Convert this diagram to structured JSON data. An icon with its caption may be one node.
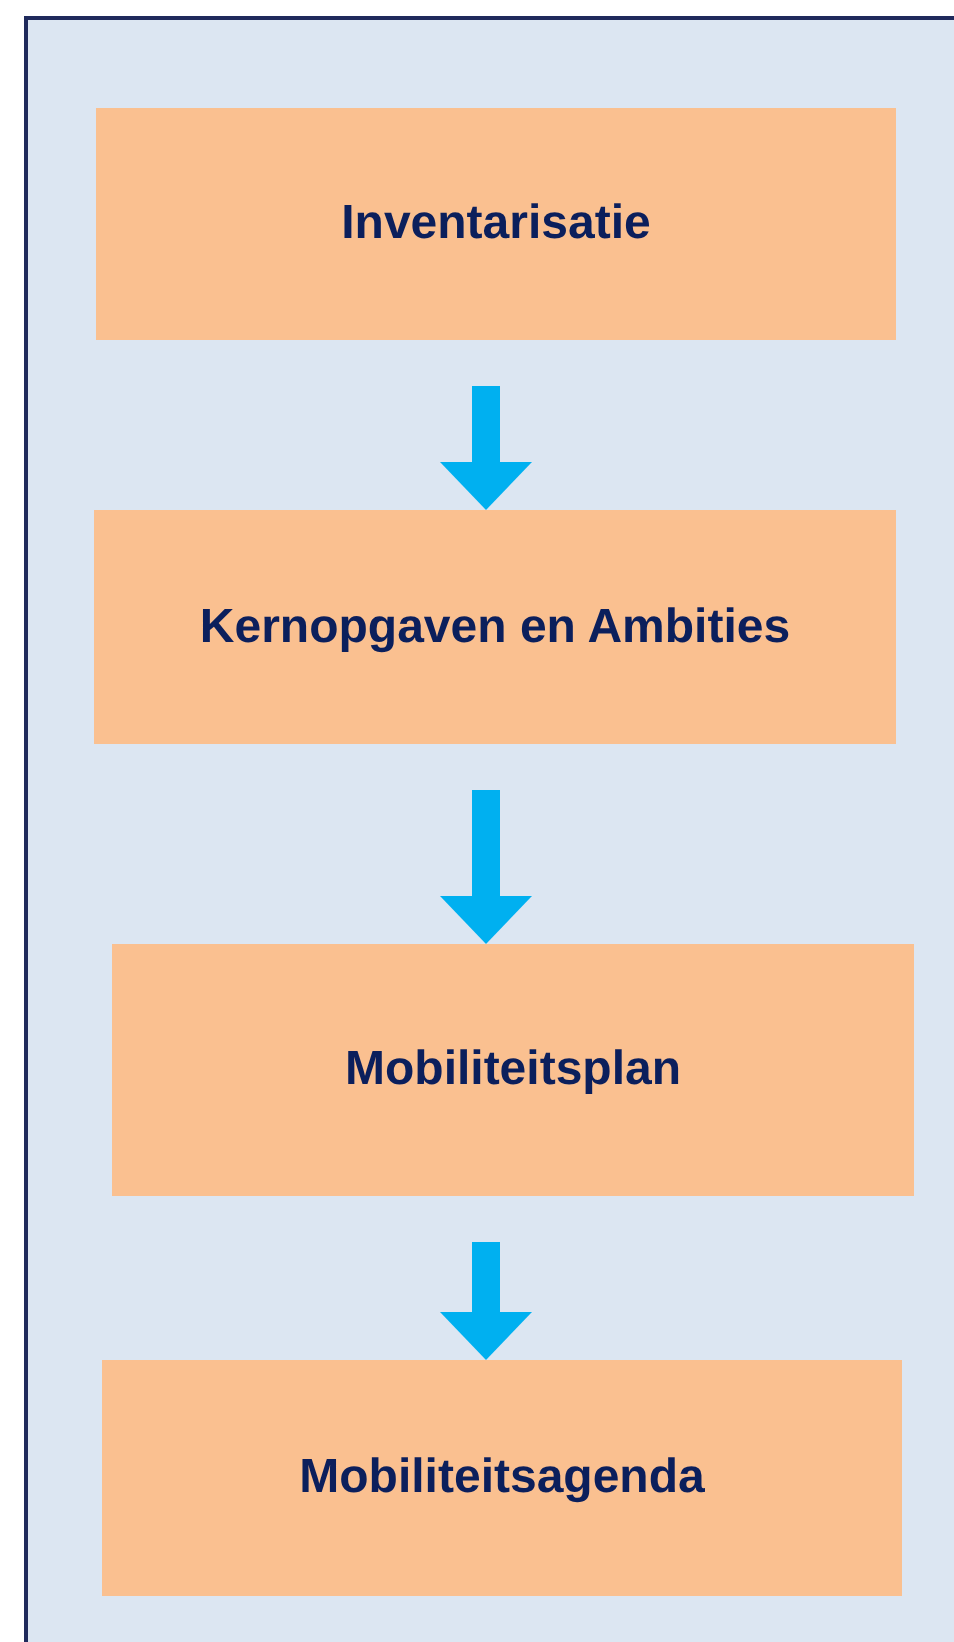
{
  "diagram": {
    "nodes": [
      {
        "text": [],
        "shape": "box"
      },
      {
        "text": [
          "Inventarisatie"
        ],
        "in": 0
      },
      {
        "text": [
          "Kernopgaven en Ambities"
        ],
        "in": 0
      },
      {
        "text": [
          "Mobiliteitsplan"
        ],
        "in": 0
      },
      {
        "text": [
          "Mobiliteitsagenda"
        ],
        "in": 0
      }
    ],
    "edges": [
      {
        "from": 1,
        "to": 2,
        "arrow": "to"
      },
      {
        "from": 2,
        "to": 3,
        "arrow": "to"
      },
      {
        "from": 3,
        "to": 4,
        "arrow": "to"
      }
    ]
  }
}
